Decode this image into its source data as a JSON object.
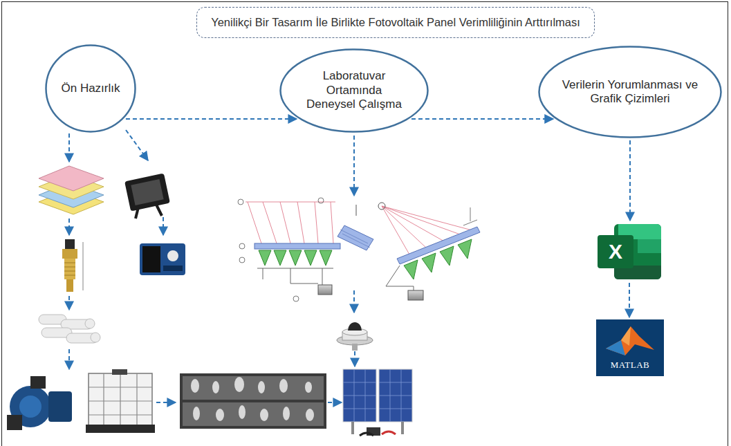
{
  "diagram": {
    "title": "Yenilikçi Bir Tasarım İle Birlikte Fotovoltaik Panel Verimliliğinin Arttırılması",
    "nodes": [
      {
        "text": [
          "Ön Hazırlık"
        ]
      },
      {
        "text": [
          "Laboratuvar Ortamında Deneysel Çalışma"
        ]
      },
      {
        "text": [
          "Verilerin Yorumlanması ve Grafik Çizimleri"
        ]
      },
      {
        "text": [
          "X"
        ]
      },
      {
        "text": [
          "MATLAB"
        ]
      }
    ],
    "edges": [
      {
        "from": 0,
        "to": 1,
        "arrow": "to"
      },
      {
        "from": 1,
        "to": 2,
        "arrow": "to"
      },
      {
        "from": 2,
        "to": 3,
        "arrow": "to"
      },
      {
        "from": 3,
        "to": 4,
        "arrow": "to"
      }
    ]
  }
}
